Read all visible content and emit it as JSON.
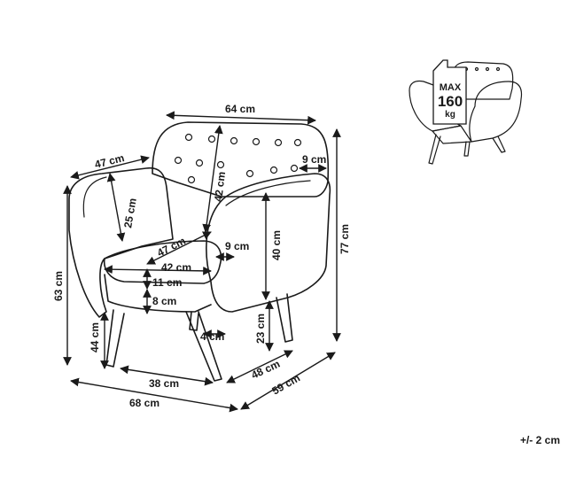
{
  "dimensions": {
    "width_top": "64 cm",
    "arm_depth": "47 cm",
    "back_height": "42 cm",
    "arm_width_top": "9 cm",
    "back_inner_height": "25 cm",
    "seat_depth": "47 cm",
    "arm_width_inner": "9 cm",
    "arm_height": "40 cm",
    "total_height": "77 cm",
    "seat_width": "42 cm",
    "cushion_thickness": "11 cm",
    "seat_base_thickness": "8 cm",
    "seat_height_total": "63 cm",
    "leg_height": "44 cm",
    "rear_leg_height": "23 cm",
    "leg_width": "4 cm",
    "leg_span_width": "38 cm",
    "leg_span_depth": "48 cm",
    "total_width": "68 cm",
    "total_depth": "59 cm"
  },
  "badge": {
    "max": "MAX",
    "value": "160",
    "unit": "kg"
  },
  "tolerance": "+/- 2 cm"
}
